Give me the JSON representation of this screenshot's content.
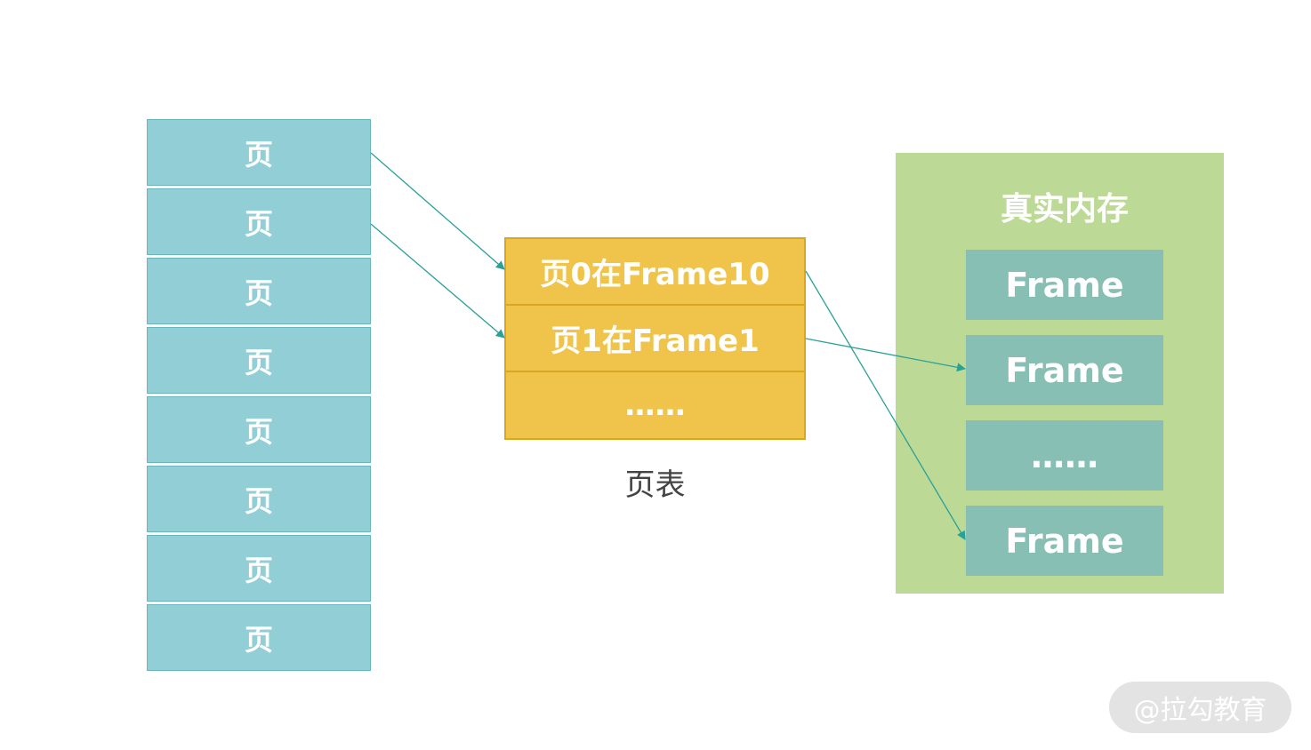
{
  "virtual_pages": {
    "cells": [
      "页",
      "页",
      "页",
      "页",
      "页",
      "页",
      "页",
      "页"
    ]
  },
  "page_table": {
    "rows": [
      "页0在Frame10",
      "页1在Frame1",
      "……"
    ],
    "caption": "页表"
  },
  "real_memory": {
    "title": "真实内存",
    "frames": [
      "Frame",
      "Frame",
      "……",
      "Frame"
    ]
  },
  "watermark": "@拉勾教育",
  "colors": {
    "page_fill": "#92ced5",
    "table_fill": "#f0c44b",
    "memory_fill": "#bcd995",
    "frame_fill": "#88bfb5",
    "arrow": "#2aa198"
  }
}
